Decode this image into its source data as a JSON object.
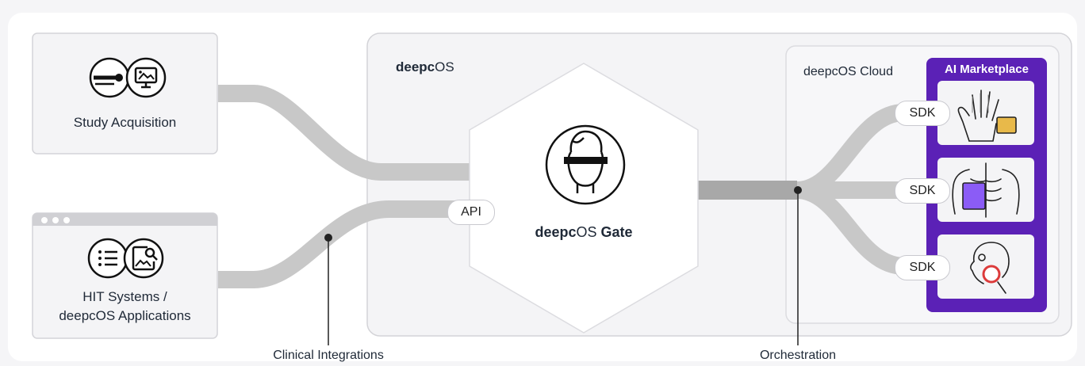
{
  "sources": {
    "study_acquisition": "Study Acquisition",
    "hit_systems_line1": "HIT Systems /",
    "hit_systems_line2": "deepcOS Applications"
  },
  "platform": {
    "title_bold": "deepc",
    "title_rest": "OS",
    "gate_bold": "deepc",
    "gate_mid": "OS ",
    "gate_strong": "Gate",
    "api": "API"
  },
  "cloud": {
    "title": "deepcOS Cloud",
    "marketplace_title": "AI Marketplace",
    "sdk_labels": [
      "SDK",
      "SDK",
      "SDK"
    ],
    "items": [
      "hand-xray",
      "chest-xray",
      "head-xray"
    ]
  },
  "annotations": {
    "clinical": "Clinical Integrations",
    "orchestration": "Orchestration"
  },
  "colors": {
    "background": "#f5f5f7",
    "card": "#ffffff",
    "border": "#d4d4d8",
    "path": "#c6c6c6",
    "marketplace": "#5b21b6",
    "accent_yellow": "#e8b94a",
    "accent_red": "#dc3b3b",
    "accent_purple": "#8b5cf6"
  }
}
